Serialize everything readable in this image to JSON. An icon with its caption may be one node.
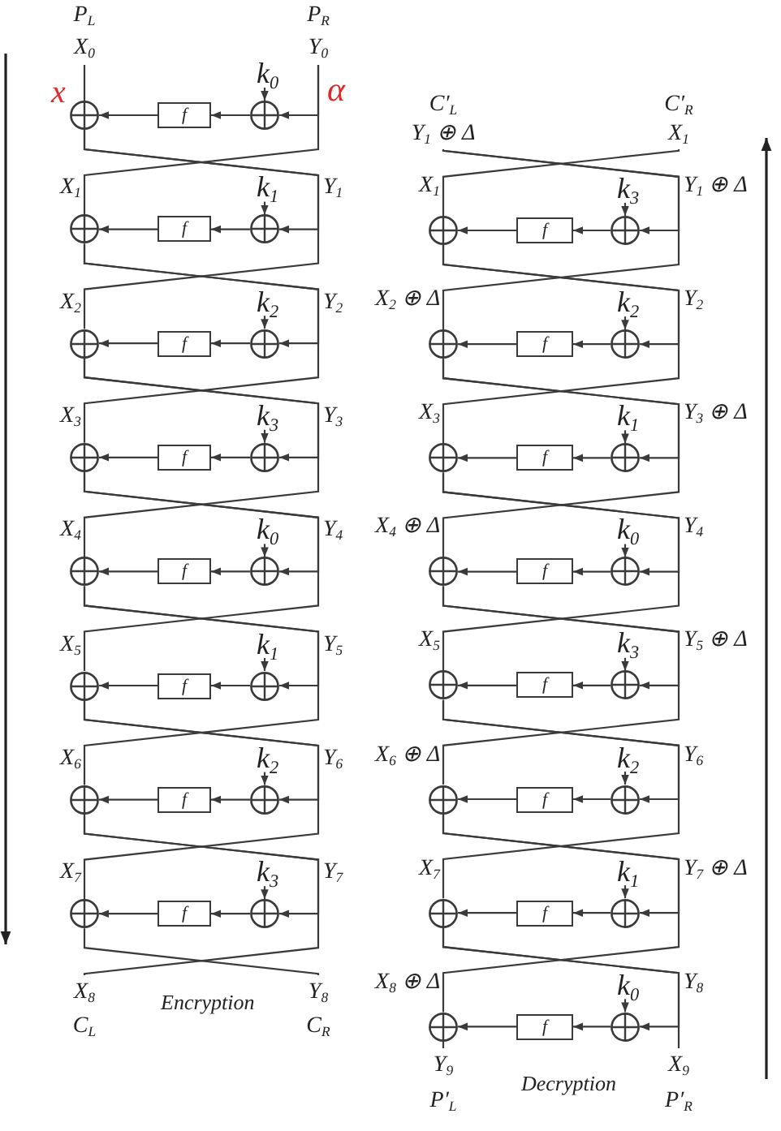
{
  "diagram": {
    "nodes": [
      {
        "text": [
          "P$_{L}$",
          "X$_{0}$"
        ]
      },
      {
        "text": [
          "P$_{R}$",
          "Y$_{0}$"
        ]
      },
      {
        "text": [
          "k$_{0}$"
        ]
      },
      {
        "text": [],
        "shape": "circle"
      },
      {
        "text": [
          "f"
        ]
      },
      {
        "text": [],
        "shape": "circle"
      },
      {
        "text": [
          "k$_{1}$"
        ]
      },
      {
        "text": [],
        "shape": "circle"
      },
      {
        "text": [
          "f"
        ]
      },
      {
        "text": [],
        "shape": "circle"
      },
      {
        "text": [
          "k$_{2}$"
        ]
      },
      {
        "text": [],
        "shape": "circle"
      },
      {
        "text": [
          "f"
        ]
      },
      {
        "text": [],
        "shape": "circle"
      },
      {
        "text": [
          "k$_{3}$"
        ]
      },
      {
        "text": [],
        "shape": "circle"
      },
      {
        "text": [
          "f"
        ]
      },
      {
        "text": [],
        "shape": "circle"
      },
      {
        "text": [
          "k$_{0}$"
        ]
      },
      {
        "text": [],
        "shape": "circle"
      },
      {
        "text": [
          "f"
        ]
      },
      {
        "text": [],
        "shape": "circle"
      },
      {
        "text": [
          "k$_{1}$"
        ]
      },
      {
        "text": [],
        "shape": "circle"
      },
      {
        "text": [
          "f"
        ]
      },
      {
        "text": [],
        "shape": "circle"
      },
      {
        "text": [
          "k$_{2}$"
        ]
      },
      {
        "text": [],
        "shape": "circle"
      },
      {
        "text": [
          "f"
        ]
      },
      {
        "text": [],
        "shape": "circle"
      },
      {
        "text": [
          "k$_{3}$"
        ]
      },
      {
        "text": [],
        "shape": "circle"
      },
      {
        "text": [
          "f"
        ]
      },
      {
        "text": [],
        "shape": "circle"
      },
      {
        "text": [
          "X$_{8}$",
          "C$_{L}$"
        ]
      },
      {
        "text": [
          "Y$_{8}$",
          "C$_{R}$"
        ]
      },
      {
        "text": [
          "C′$_{L}$",
          "Y$_{1}$ ⊕ Δ"
        ]
      },
      {
        "text": [
          "C′$_{R}$",
          "X$_{1}$"
        ]
      },
      {
        "text": [
          "k$_{3}$"
        ]
      },
      {
        "text": [],
        "shape": "circle"
      },
      {
        "text": [
          "f"
        ]
      },
      {
        "text": [],
        "shape": "circle"
      },
      {
        "text": [
          "k$_{2}$"
        ]
      },
      {
        "text": [],
        "shape": "circle"
      },
      {
        "text": [
          "f"
        ]
      },
      {
        "text": [],
        "shape": "circle"
      },
      {
        "text": [
          "k$_{1}$"
        ]
      },
      {
        "text": [],
        "shape": "circle"
      },
      {
        "text": [
          "f"
        ]
      },
      {
        "text": [],
        "shape": "circle"
      },
      {
        "text": [
          "k$_{0}$"
        ]
      },
      {
        "text": [],
        "shape": "circle"
      },
      {
        "text": [
          "f"
        ]
      },
      {
        "text": [],
        "shape": "circle"
      },
      {
        "text": [
          "k$_{3}$"
        ]
      },
      {
        "text": [],
        "shape": "circle"
      },
      {
        "text": [
          "f"
        ]
      },
      {
        "text": [],
        "shape": "circle"
      },
      {
        "text": [
          "k$_{2}$"
        ]
      },
      {
        "text": [],
        "shape": "circle"
      },
      {
        "text": [
          "f"
        ]
      },
      {
        "text": [],
        "shape": "circle"
      },
      {
        "text": [
          "k$_{1}$"
        ]
      },
      {
        "text": [],
        "shape": "circle"
      },
      {
        "text": [
          "f"
        ]
      },
      {
        "text": [],
        "shape": "circle"
      },
      {
        "text": [
          "k$_{0}$"
        ]
      },
      {
        "text": [],
        "shape": "circle"
      },
      {
        "text": [
          "f"
        ]
      },
      {
        "text": [],
        "shape": "circle"
      },
      {
        "text": [
          "Y$_{9}$",
          "P′$_{L}$"
        ]
      },
      {
        "text": [
          "X$_{9}$",
          "P′$_{R}$"
        ]
      }
    ],
    "edges": [
      {
        "from": 0,
        "to": 3,
        "arrow": "none"
      },
      {
        "from": 1,
        "to": 5,
        "arrow": "to"
      },
      {
        "from": 1,
        "to": 7,
        "arrow": "none"
      },
      {
        "from": 2,
        "to": 5,
        "arrow": "to"
      },
      {
        "from": 5,
        "to": 4,
        "arrow": "to"
      },
      {
        "from": 4,
        "to": 3,
        "arrow": "to"
      },
      {
        "from": 3,
        "to": 9,
        "arrow": "to"
      },
      {
        "from": 3,
        "to": 11,
        "arrow": "none"
      },
      {
        "from": 6,
        "to": 9,
        "arrow": "to"
      },
      {
        "from": 9,
        "to": 8,
        "arrow": "to"
      },
      {
        "from": 8,
        "to": 7,
        "arrow": "to"
      },
      {
        "from": 7,
        "to": 13,
        "arrow": "to"
      },
      {
        "from": 7,
        "to": 15,
        "arrow": "none"
      },
      {
        "from": 10,
        "to": 13,
        "arrow": "to"
      },
      {
        "from": 13,
        "to": 12,
        "arrow": "to"
      },
      {
        "from": 12,
        "to": 11,
        "arrow": "to"
      },
      {
        "from": 11,
        "to": 17,
        "arrow": "to"
      },
      {
        "from": 11,
        "to": 19,
        "arrow": "none"
      },
      {
        "from": 14,
        "to": 17,
        "arrow": "to"
      },
      {
        "from": 17,
        "to": 16,
        "arrow": "to"
      },
      {
        "from": 16,
        "to": 15,
        "arrow": "to"
      },
      {
        "from": 15,
        "to": 21,
        "arrow": "to"
      },
      {
        "from": 15,
        "to": 23,
        "arrow": "none"
      },
      {
        "from": 18,
        "to": 21,
        "arrow": "to"
      },
      {
        "from": 21,
        "to": 20,
        "arrow": "to"
      },
      {
        "from": 20,
        "to": 19,
        "arrow": "to"
      },
      {
        "from": 19,
        "to": 25,
        "arrow": "to"
      },
      {
        "from": 19,
        "to": 27,
        "arrow": "none"
      },
      {
        "from": 22,
        "to": 25,
        "arrow": "to"
      },
      {
        "from": 25,
        "to": 24,
        "arrow": "to"
      },
      {
        "from": 24,
        "to": 23,
        "arrow": "to"
      },
      {
        "from": 23,
        "to": 29,
        "arrow": "to"
      },
      {
        "from": 23,
        "to": 31,
        "arrow": "none"
      },
      {
        "from": 26,
        "to": 29,
        "arrow": "to"
      },
      {
        "from": 29,
        "to": 28,
        "arrow": "to"
      },
      {
        "from": 28,
        "to": 27,
        "arrow": "to"
      },
      {
        "from": 27,
        "to": 33,
        "arrow": "to"
      },
      {
        "from": 27,
        "to": 34,
        "arrow": "none"
      },
      {
        "from": 30,
        "to": 33,
        "arrow": "to"
      },
      {
        "from": 33,
        "to": 32,
        "arrow": "to"
      },
      {
        "from": 32,
        "to": 31,
        "arrow": "to"
      },
      {
        "from": 31,
        "to": 35,
        "arrow": "none"
      },
      {
        "from": 36,
        "to": 41,
        "arrow": "to"
      },
      {
        "from": 36,
        "to": 43,
        "arrow": "none"
      },
      {
        "from": 37,
        "to": 39,
        "arrow": "none"
      },
      {
        "from": 38,
        "to": 41,
        "arrow": "to"
      },
      {
        "from": 41,
        "to": 40,
        "arrow": "to"
      },
      {
        "from": 40,
        "to": 39,
        "arrow": "to"
      },
      {
        "from": 39,
        "to": 45,
        "arrow": "to"
      },
      {
        "from": 39,
        "to": 47,
        "arrow": "none"
      },
      {
        "from": 42,
        "to": 45,
        "arrow": "to"
      },
      {
        "from": 45,
        "to": 44,
        "arrow": "to"
      },
      {
        "from": 44,
        "to": 43,
        "arrow": "to"
      },
      {
        "from": 43,
        "to": 49,
        "arrow": "to"
      },
      {
        "from": 43,
        "to": 51,
        "arrow": "none"
      },
      {
        "from": 46,
        "to": 49,
        "arrow": "to"
      },
      {
        "from": 49,
        "to": 48,
        "arrow": "to"
      },
      {
        "from": 48,
        "to": 47,
        "arrow": "to"
      },
      {
        "from": 47,
        "to": 53,
        "arrow": "to"
      },
      {
        "from": 47,
        "to": 55,
        "arrow": "none"
      },
      {
        "from": 50,
        "to": 53,
        "arrow": "to"
      },
      {
        "from": 53,
        "to": 52,
        "arrow": "to"
      },
      {
        "from": 52,
        "to": 51,
        "arrow": "to"
      },
      {
        "from": 51,
        "to": 57,
        "arrow": "to"
      },
      {
        "from": 51,
        "to": 59,
        "arrow": "none"
      },
      {
        "from": 54,
        "to": 57,
        "arrow": "to"
      },
      {
        "from": 57,
        "to": 56,
        "arrow": "to"
      },
      {
        "from": 56,
        "to": 55,
        "arrow": "to"
      },
      {
        "from": 55,
        "to": 61,
        "arrow": "to"
      },
      {
        "from": 55,
        "to": 63,
        "arrow": "none"
      },
      {
        "from": 58,
        "to": 61,
        "arrow": "to"
      },
      {
        "from": 61,
        "to": 60,
        "arrow": "to"
      },
      {
        "from": 60,
        "to": 59,
        "arrow": "to"
      },
      {
        "from": 59,
        "to": 65,
        "arrow": "to"
      },
      {
        "from": 59,
        "to": 67,
        "arrow": "none"
      },
      {
        "from": 62,
        "to": 65,
        "arrow": "to"
      },
      {
        "from": 65,
        "to": 64,
        "arrow": "to"
      },
      {
        "from": 64,
        "to": 63,
        "arrow": "to"
      },
      {
        "from": 63,
        "to": 69,
        "arrow": "to"
      },
      {
        "from": 63,
        "to": 71,
        "arrow": "none"
      },
      {
        "from": 66,
        "to": 69,
        "arrow": "to"
      },
      {
        "from": 69,
        "to": 68,
        "arrow": "to"
      },
      {
        "from": 68,
        "to": 67,
        "arrow": "to"
      },
      {
        "from": 67,
        "to": 70,
        "arrow": "none"
      }
    ],
    "labels": [
      "x",
      "α",
      "X$_{1}$",
      "Y$_{1}$",
      "X$_{2}$",
      "Y$_{2}$",
      "X$_{3}$",
      "Y$_{3}$",
      "X$_{4}$",
      "Y$_{4}$",
      "X$_{5}$",
      "Y$_{5}$",
      "X$_{6}$",
      "Y$_{6}$",
      "X$_{7}$",
      "Y$_{7}$",
      "Encryption",
      "X$_{1}$",
      "Y$_{1}$ ⊕ Δ",
      "X$_{2}$ ⊕ Δ",
      "Y$_{2}$",
      "X$_{3}$",
      "Y$_{3}$ ⊕ Δ",
      "X$_{4}$ ⊕ Δ",
      "Y$_{4}$",
      "X$_{5}$",
      "Y$_{5}$ ⊕ Δ",
      "X$_{6}$ ⊕ Δ",
      "Y$_{6}$",
      "X$_{7}$",
      "Y$_{7}$ ⊕ Δ",
      "X$_{8}$ ⊕ Δ",
      "Y$_{8}$",
      "Decryption"
    ]
  }
}
